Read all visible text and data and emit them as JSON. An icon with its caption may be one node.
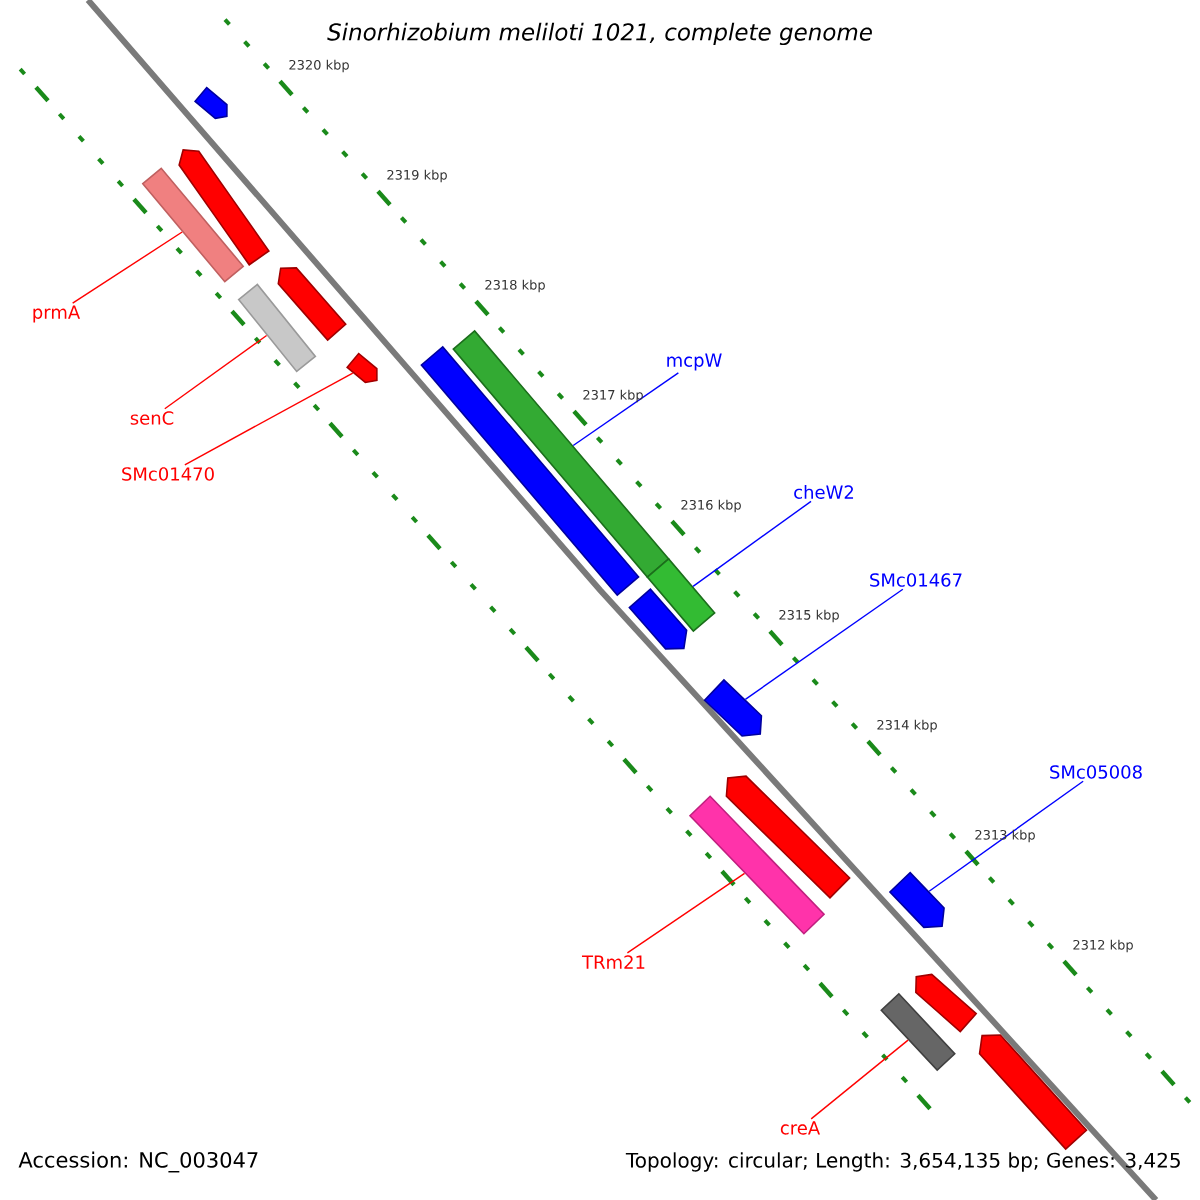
{
  "diagram": {
    "title": "Sinorhizobium meliloti 1021, complete genome",
    "nodes": [
      {
        "text": [
          "prmA"
        ]
      },
      {
        "text": [
          "senC"
        ]
      },
      {
        "text": [
          "SMc01470"
        ]
      },
      {
        "text": [
          "mcpW"
        ]
      },
      {
        "text": [
          "cheW2"
        ]
      },
      {
        "text": [
          "SMc01467"
        ]
      },
      {
        "text": [
          "SMc05008"
        ]
      },
      {
        "text": [
          "TRm21"
        ]
      },
      {
        "text": [
          "creA"
        ]
      },
      {
        "text": [],
        "shape": "pentagon"
      },
      {
        "text": [],
        "shape": "pentagon"
      },
      {
        "text": [],
        "shape": "bar"
      },
      {
        "text": [],
        "shape": "pentagon"
      },
      {
        "text": [],
        "shape": "bar"
      },
      {
        "text": [],
        "shape": "pentagon"
      },
      {
        "text": [],
        "shape": "bar"
      },
      {
        "text": [],
        "shape": "bar"
      },
      {
        "text": [],
        "shape": "bar"
      },
      {
        "text": [],
        "shape": "pentagon"
      },
      {
        "text": [],
        "shape": "pentagon"
      },
      {
        "text": [],
        "shape": "pentagon"
      },
      {
        "text": [],
        "shape": "bar"
      },
      {
        "text": [],
        "shape": "pentagon"
      },
      {
        "text": [],
        "shape": "pentagon"
      },
      {
        "text": [],
        "shape": "bar"
      },
      {
        "text": [],
        "shape": "pentagon"
      }
    ],
    "edges": [
      {
        "from": 0,
        "to": 11,
        "arrow": "none"
      },
      {
        "from": 1,
        "to": 13,
        "arrow": "none"
      },
      {
        "from": 2,
        "to": 14,
        "arrow": "none"
      },
      {
        "from": 3,
        "to": 16,
        "arrow": "none",
        "color": "#0000ff"
      },
      {
        "from": 4,
        "to": 17,
        "arrow": "none",
        "color": "#0000ff"
      },
      {
        "from": 5,
        "to": 19,
        "arrow": "none",
        "color": "#0000ff"
      },
      {
        "from": 6,
        "to": 22,
        "arrow": "none",
        "color": "#0000ff"
      },
      {
        "from": 7,
        "to": 21,
        "arrow": "none"
      },
      {
        "from": 8,
        "to": 24,
        "arrow": "none"
      }
    ],
    "labels": [
      "2320 kbp",
      "2319 kbp",
      "2318 kbp",
      "2317 kbp",
      "2316 kbp",
      "2315 kbp",
      "2314 kbp",
      "2313 kbp",
      "2312 kbp",
      "Accession: NC_003047",
      "Topology: circular; Length: 3,654,135 bp; Genes: 3,425"
    ]
  }
}
